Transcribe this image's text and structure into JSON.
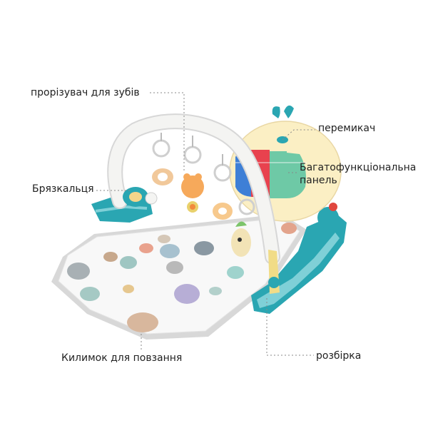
{
  "labels": {
    "teether": "прорізувач для зубів",
    "switch": "перемикач",
    "panel_line1": "Багатофункціональна",
    "panel_line2": "панель",
    "rattles": "Брязкальця",
    "mat": "Килимок для повзання",
    "connector": "розбірка"
  },
  "colors": {
    "base_teal": "#2aa6b2",
    "arch_white": "#f4f4f2",
    "mat_white": "#f7f7f7",
    "mat_border": "#cfcfcf",
    "panel_cream": "#fbefc4",
    "key_blue": "#3e7fd6",
    "key_red": "#e8424e",
    "key_green": "#6ec9a6",
    "leader_line": "#888888"
  }
}
